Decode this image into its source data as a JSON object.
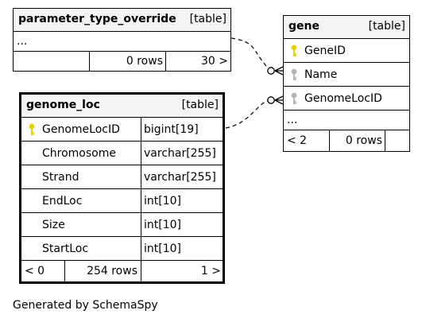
{
  "tables": {
    "parameter_type_override": {
      "name": "parameter_type_override",
      "kind": "[table]",
      "ellipsis": "...",
      "footer": {
        "left": "",
        "center": "0 rows",
        "right": "30 >"
      }
    },
    "gene": {
      "name": "gene",
      "kind": "[table]",
      "columns": [
        {
          "name": "GeneID",
          "key": "primary",
          "key_color": "#e6d200"
        },
        {
          "name": "Name",
          "key": "index",
          "key_color": "#b4b4b4"
        },
        {
          "name": "GenomeLocID",
          "key": "index",
          "key_color": "#b4b4b4"
        }
      ],
      "ellipsis": "...",
      "footer": {
        "left": "< 2",
        "center": "0 rows",
        "right": ""
      }
    },
    "genome_loc": {
      "name": "genome_loc",
      "kind": "[table]",
      "columns": [
        {
          "name": "GenomeLocID",
          "type": "bigint[19]",
          "key": "primary",
          "key_color": "#e6d200"
        },
        {
          "name": "Chromosome",
          "type": "varchar[255]"
        },
        {
          "name": "Strand",
          "type": "varchar[255]"
        },
        {
          "name": "EndLoc",
          "type": "int[10]"
        },
        {
          "name": "Size",
          "type": "int[10]"
        },
        {
          "name": "StartLoc",
          "type": "int[10]"
        }
      ],
      "footer": {
        "left": "< 0",
        "center": "254 rows",
        "right": "1 >"
      }
    }
  },
  "generated_by": "Generated by SchemaSpy"
}
